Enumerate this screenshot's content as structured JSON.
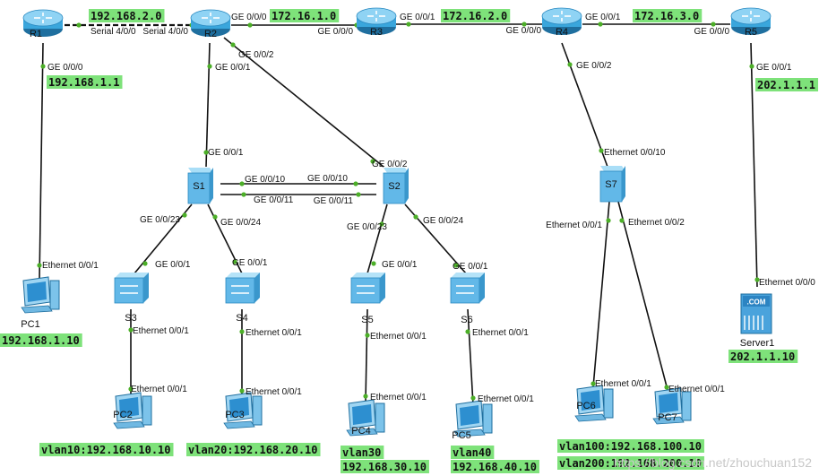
{
  "colors": {
    "link": "#111111",
    "port_dot": "#4caf28",
    "label_bg": "#7ee27a",
    "router_fill": "#3aa6dc",
    "switch_fill": "#62b8e8",
    "pc_fill": "#2d8fd0"
  },
  "devices": [
    {
      "id": "R1",
      "kind": "router",
      "label": "R1"
    },
    {
      "id": "R2",
      "kind": "router",
      "label": "R2"
    },
    {
      "id": "R3",
      "kind": "router",
      "label": "R3"
    },
    {
      "id": "R4",
      "kind": "router",
      "label": "R4"
    },
    {
      "id": "R5",
      "kind": "router",
      "label": "R5"
    },
    {
      "id": "S1",
      "kind": "l3switch",
      "label": "S1"
    },
    {
      "id": "S2",
      "kind": "l3switch",
      "label": "S2"
    },
    {
      "id": "S7",
      "kind": "l3switch",
      "label": "S7"
    },
    {
      "id": "S3",
      "kind": "l2switch",
      "label": "S3"
    },
    {
      "id": "S4",
      "kind": "l2switch",
      "label": "S4"
    },
    {
      "id": "S5",
      "kind": "l2switch",
      "label": "S5"
    },
    {
      "id": "S6",
      "kind": "l2switch",
      "label": "S6"
    },
    {
      "id": "PC1",
      "kind": "pc",
      "label": "PC1"
    },
    {
      "id": "PC2",
      "kind": "pc",
      "label": "PC2"
    },
    {
      "id": "PC3",
      "kind": "pc",
      "label": "PC3"
    },
    {
      "id": "PC4",
      "kind": "pc",
      "label": "PC4"
    },
    {
      "id": "PC5",
      "kind": "pc",
      "label": "PC5"
    },
    {
      "id": "PC6",
      "kind": "pc",
      "label": "PC6"
    },
    {
      "id": "PC7",
      "kind": "pc",
      "label": "PC7"
    },
    {
      "id": "Server1",
      "kind": "server",
      "label": "Server1",
      "badge": ".COM"
    }
  ],
  "links": [
    {
      "from": "R1",
      "to": "R2",
      "style": "dashed",
      "from_port": "Serial 4/0/0",
      "to_port": "Serial 4/0/0"
    },
    {
      "from": "R2",
      "to": "R3",
      "style": "solid",
      "from_port": "GE 0/0/0",
      "to_port": "GE 0/0/0"
    },
    {
      "from": "R3",
      "to": "R4",
      "style": "solid",
      "from_port": "GE 0/0/1",
      "to_port": "GE 0/0/0"
    },
    {
      "from": "R4",
      "to": "R5",
      "style": "solid",
      "from_port": "GE 0/0/1",
      "to_port": "GE 0/0/0"
    },
    {
      "from": "R1",
      "to": "PC1",
      "style": "solid",
      "from_port": "GE 0/0/0",
      "to_port": "Ethernet 0/0/1"
    },
    {
      "from": "R2",
      "to": "S1",
      "style": "solid",
      "from_port": "GE 0/0/1",
      "to_port": "GE 0/0/1"
    },
    {
      "from": "R2",
      "to": "S2",
      "style": "solid",
      "from_port": "GE 0/0/2",
      "to_port": "GE 0/0/2"
    },
    {
      "from": "S1",
      "to": "S2",
      "style": "solid",
      "from_port": "GE 0/0/10",
      "to_port": "GE 0/0/10"
    },
    {
      "from": "S1",
      "to": "S2",
      "style": "solid",
      "from_port": "GE 0/0/11",
      "to_port": "GE 0/0/11"
    },
    {
      "from": "S1",
      "to": "S3",
      "style": "solid",
      "from_port": "GE 0/0/23",
      "to_port": "GE 0/0/1"
    },
    {
      "from": "S1",
      "to": "S4",
      "style": "solid",
      "from_port": "GE 0/0/24",
      "to_port": "GE 0/0/1"
    },
    {
      "from": "S2",
      "to": "S5",
      "style": "solid",
      "from_port": "GE 0/0/23",
      "to_port": "GE 0/0/1"
    },
    {
      "from": "S2",
      "to": "S6",
      "style": "solid",
      "from_port": "GE 0/0/24",
      "to_port": "GE 0/0/1"
    },
    {
      "from": "S3",
      "to": "PC2",
      "style": "solid",
      "from_port": "Ethernet 0/0/1",
      "to_port": "Ethernet 0/0/1"
    },
    {
      "from": "S4",
      "to": "PC3",
      "style": "solid",
      "from_port": "Ethernet 0/0/1",
      "to_port": "Ethernet 0/0/1"
    },
    {
      "from": "S5",
      "to": "PC4",
      "style": "solid",
      "from_port": "Ethernet 0/0/1",
      "to_port": "Ethernet 0/0/1"
    },
    {
      "from": "S6",
      "to": "PC5",
      "style": "solid",
      "from_port": "Ethernet 0/0/1",
      "to_port": "Ethernet 0/0/1"
    },
    {
      "from": "R4",
      "to": "S7",
      "style": "solid",
      "from_port": "GE 0/0/2",
      "to_port": "Ethernet 0/0/10"
    },
    {
      "from": "S7",
      "to": "PC6",
      "style": "solid",
      "from_port": "Ethernet 0/0/1",
      "to_port": "Ethernet 0/0/1"
    },
    {
      "from": "S7",
      "to": "PC7",
      "style": "solid",
      "from_port": "Ethernet 0/0/2",
      "to_port": "Ethernet 0/0/1"
    },
    {
      "from": "R5",
      "to": "Server1",
      "style": "solid",
      "from_port": "GE 0/0/1",
      "to_port": "Ethernet 0/0/0"
    }
  ],
  "networks": [
    {
      "id": "net-r1-r2",
      "text": "192.168.2.0"
    },
    {
      "id": "net-r2-r3",
      "text": "172.16.1.0"
    },
    {
      "id": "net-r3-r4",
      "text": "172.16.2.0"
    },
    {
      "id": "net-r4-r5",
      "text": "172.16.3.0"
    },
    {
      "id": "net-r1-pc1",
      "text": "192.168.1.1"
    },
    {
      "id": "net-r5-server",
      "text": "202.1.1.1"
    },
    {
      "id": "ip-pc1",
      "text": "192.168.1.10"
    },
    {
      "id": "ip-server1",
      "text": "202.1.1.10"
    },
    {
      "id": "ip-pc2",
      "text": "vlan10:192.168.10.10"
    },
    {
      "id": "ip-pc3",
      "text": "vlan20:192.168.20.10"
    },
    {
      "id": "ip-pc4-vlan",
      "text": "vlan30"
    },
    {
      "id": "ip-pc4",
      "text": "192.168.30.10"
    },
    {
      "id": "ip-pc5-vlan",
      "text": "vlan40"
    },
    {
      "id": "ip-pc5",
      "text": "192.168.40.10"
    },
    {
      "id": "ip-pc6",
      "text": "vlan100:192.168.100.10"
    },
    {
      "id": "ip-pc7",
      "text": "vlan200:192.168.200.10"
    }
  ],
  "watermark": "https://blog.csdn.net/zhouchuan152"
}
